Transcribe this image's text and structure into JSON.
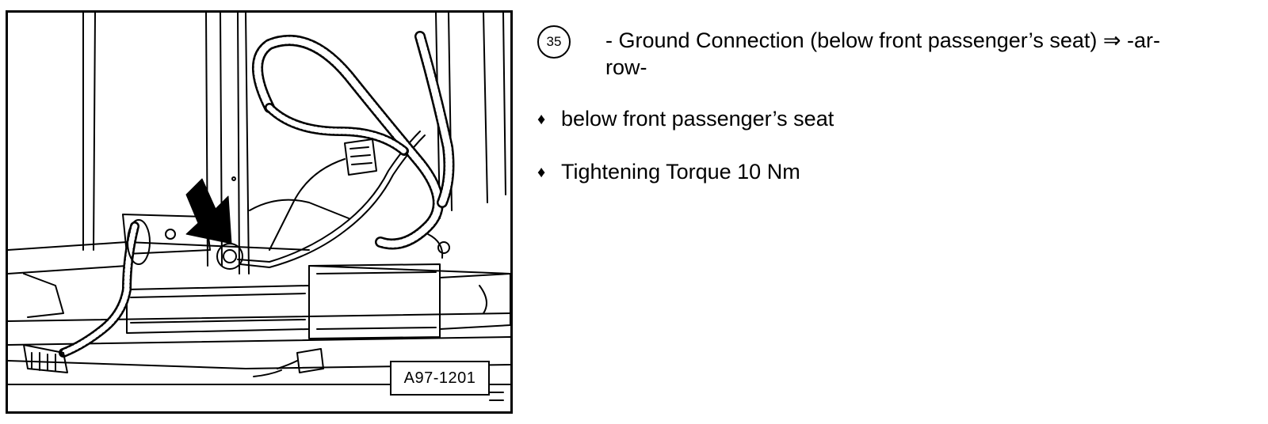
{
  "figure": {
    "id_label": "A97-1201",
    "illustration_icon": "ground-connection-illustration"
  },
  "item": {
    "callout_number": "35",
    "text_line1": "- Ground Connection (below front passenger’s seat) ⇒ -ar-",
    "text_line2": "row-"
  },
  "bullets": [
    {
      "marker": "♦",
      "text": "below front passenger’s seat"
    },
    {
      "marker": "♦",
      "text": "Tightening Torque 10 Nm"
    }
  ]
}
